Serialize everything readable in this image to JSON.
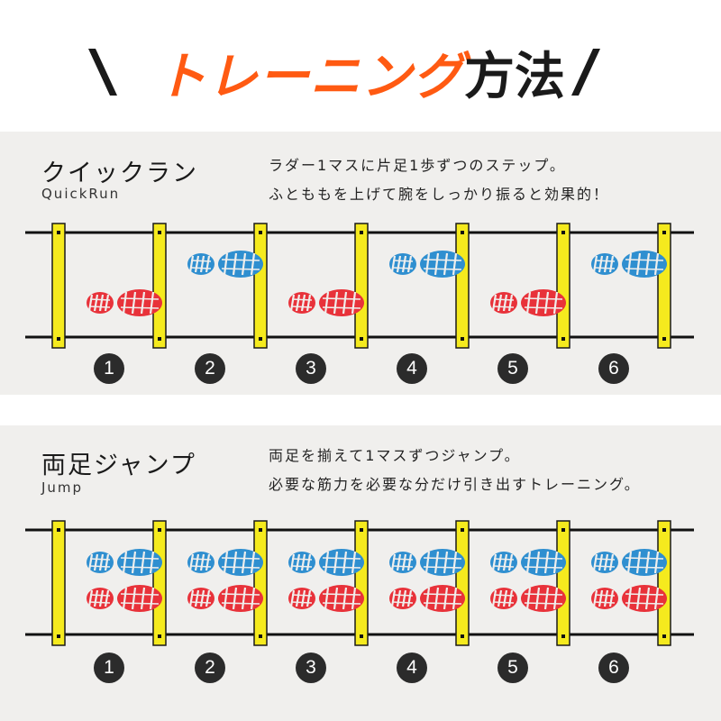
{
  "header": {
    "title_accent": "トレーニング",
    "title_rest": "方法"
  },
  "colors": {
    "accent": "#ff5a12",
    "rung": "#f5ea1e",
    "rung_outline": "#1a1a1a",
    "foot_red": "#e8323a",
    "foot_blue": "#2f8fd0",
    "panel_bg": "#f0efed"
  },
  "sections": [
    {
      "title": "クイックラン",
      "subtitle": "QuickRun",
      "description": [
        "ラダー1マスに片足1歩ずつのステップ。",
        "ふとももを上げて腕をしっかり振ると効果的！"
      ],
      "steps": [
        {
          "number": "1",
          "feet": [
            "red"
          ]
        },
        {
          "number": "2",
          "feet": [
            "blue"
          ]
        },
        {
          "number": "3",
          "feet": [
            "red"
          ]
        },
        {
          "number": "4",
          "feet": [
            "blue"
          ]
        },
        {
          "number": "5",
          "feet": [
            "red"
          ]
        },
        {
          "number": "6",
          "feet": [
            "blue"
          ]
        }
      ]
    },
    {
      "title": "両足ジャンプ",
      "subtitle": "Jump",
      "description": [
        "両足を揃えて1マスずつジャンプ。",
        "必要な筋力を必要な分だけ引き出すトレーニング。"
      ],
      "steps": [
        {
          "number": "1",
          "feet": [
            "blue",
            "red"
          ]
        },
        {
          "number": "2",
          "feet": [
            "blue",
            "red"
          ]
        },
        {
          "number": "3",
          "feet": [
            "blue",
            "red"
          ]
        },
        {
          "number": "4",
          "feet": [
            "blue",
            "red"
          ]
        },
        {
          "number": "5",
          "feet": [
            "blue",
            "red"
          ]
        },
        {
          "number": "6",
          "feet": [
            "blue",
            "red"
          ]
        }
      ]
    }
  ]
}
